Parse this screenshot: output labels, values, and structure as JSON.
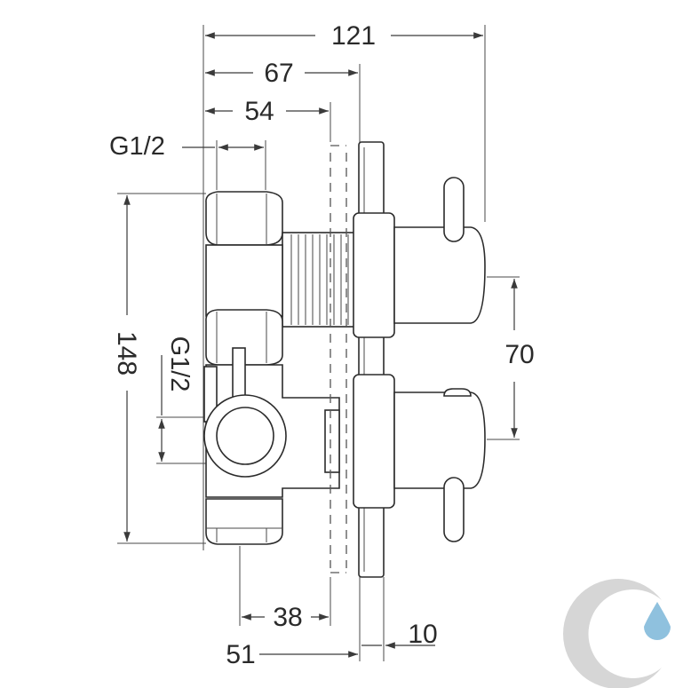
{
  "labels": {
    "dim_121": "121",
    "dim_67": "67",
    "dim_54": "54",
    "thread_top": "G1/2",
    "thread_side": "G1/2",
    "dim_148": "148",
    "dim_70": "70",
    "dim_38": "38",
    "dim_51": "51",
    "dim_10": "10"
  },
  "colors": {
    "line": "#2b2b2b",
    "logo_ring": "#d6d6d6",
    "logo_drop": "#8fc1de"
  },
  "logo": {
    "icon": "water-drop-icon"
  }
}
